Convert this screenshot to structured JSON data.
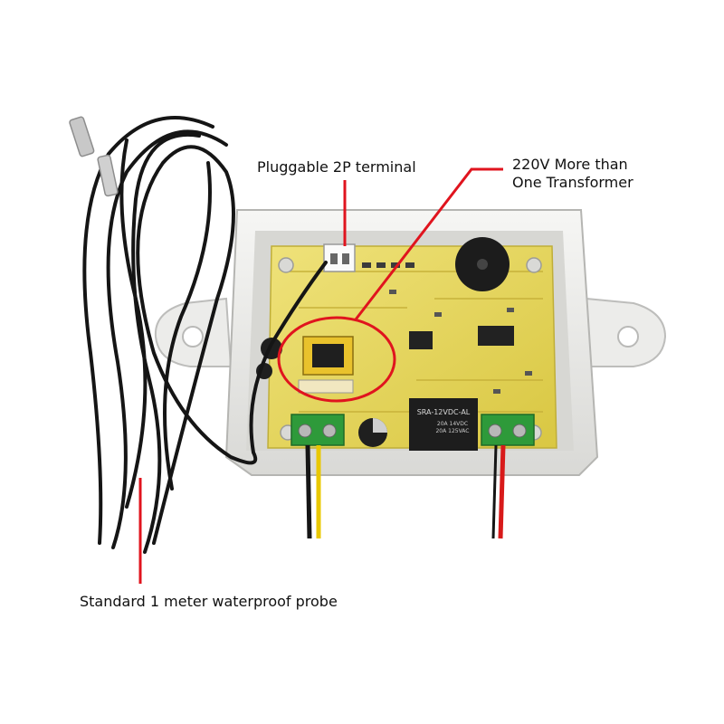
{
  "annotations": {
    "terminal": "Pluggable 2P terminal",
    "transformer_line1": "220V More than",
    "transformer_line2": "One Transformer",
    "probe": "Standard 1 meter waterproof probe"
  },
  "relay_text": {
    "model": "SRA-12VDC-AL",
    "rating1": "20A 14VDC",
    "rating2": "20A 125VAC"
  },
  "colors": {
    "callout": "#e0141e",
    "pcb": "#e8d95a",
    "enclosure": "#f0f0ee",
    "cable": "#151515",
    "terminal_block": "#2e9a3a",
    "relay": "#1d1d1d",
    "wire_yellow": "#e9c800",
    "wire_red": "#d81a1a"
  }
}
